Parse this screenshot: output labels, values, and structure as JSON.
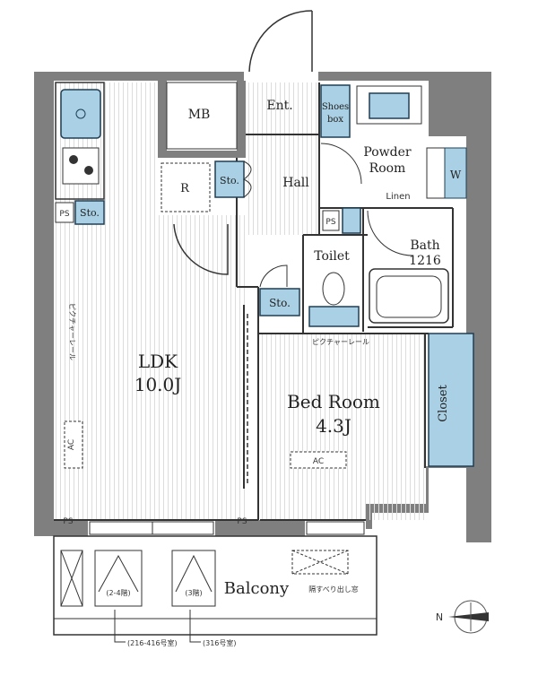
{
  "rooms": {
    "mb": "MB",
    "entrance": "Ent.",
    "shoes_box_line1": "Shoes",
    "shoes_box_line2": "box",
    "powder_room_line1": "Powder",
    "powder_room_line2": "Room",
    "washer": "W",
    "hall": "Hall",
    "refrigerator": "R",
    "storage": "Sto.",
    "linen": "Linen",
    "pipe_space": "PS",
    "toilet": "Toilet",
    "bath_line1": "Bath",
    "bath_line2": "1216",
    "ldk_line1": "LDK",
    "ldk_line2": "10.0J",
    "bedroom_line1": "Bed Room",
    "bedroom_line2": "4.3J",
    "closet": "Closet",
    "ac": "AC",
    "balcony": "Balcony"
  },
  "notes": {
    "picture_rail_h": "ピクチャーレール",
    "picture_rail_v": "ピクチャーレール",
    "evac_hatch": "隔すべり出し窓",
    "floors_a": "(2-4階)",
    "floors_b": "(3階)",
    "units_a": "(216-416号室)",
    "units_b": "(316号室)"
  },
  "compass": {
    "label": "N"
  },
  "colors": {
    "wall": "#7f7f7f",
    "fixture_blue": "#a9d0e4",
    "fixture_outline": "#1f3f55",
    "line": "#333333",
    "floor_hatch": "#d8d8d8"
  }
}
